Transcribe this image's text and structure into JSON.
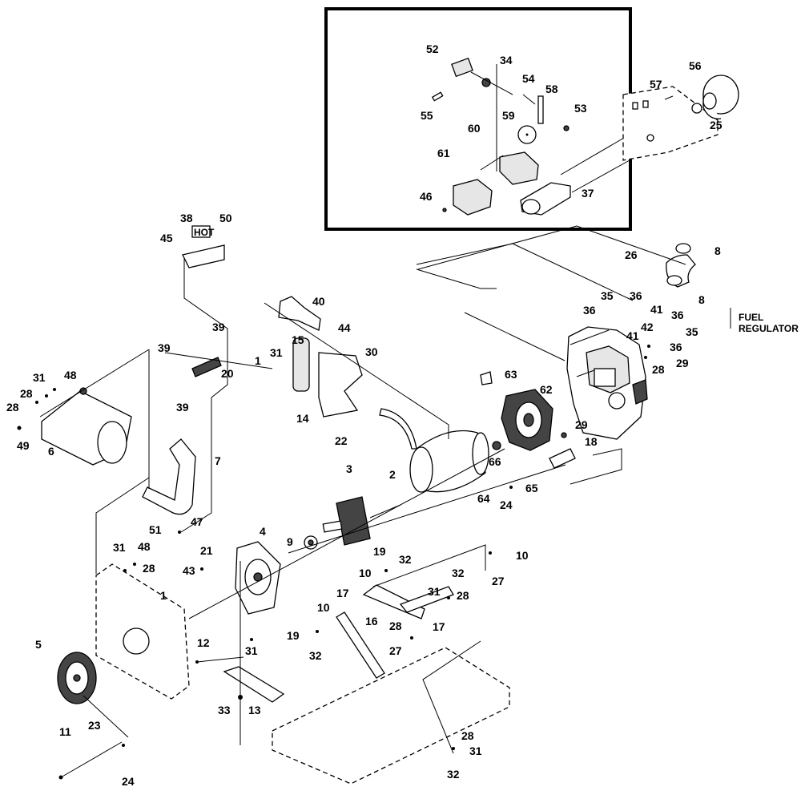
{
  "labels": {
    "p1": "1",
    "p2": "2",
    "p3": "3",
    "p4": "4",
    "p5": "5",
    "p6": "6",
    "p7": "7",
    "p8": "8",
    "p9": "9",
    "p10": "10",
    "p11": "11",
    "p12": "12",
    "p13": "13",
    "p14": "14",
    "p15": "15",
    "p16": "16",
    "p17": "17",
    "p18": "18",
    "p19": "19",
    "p20": "20",
    "p21": "21",
    "p22": "22",
    "p23": "23",
    "p24": "24",
    "p25": "25",
    "p26": "26",
    "p27": "27",
    "p28": "28",
    "p29": "29",
    "p30": "30",
    "p31": "31",
    "p32": "32",
    "p33": "33",
    "p34": "34",
    "p35": "35",
    "p36": "36",
    "p37": "37",
    "p38": "38",
    "p39": "39",
    "p40": "40",
    "p41": "41",
    "p42": "42",
    "p43": "43",
    "p44": "44",
    "p45": "45",
    "p46": "46",
    "p47": "47",
    "p48": "48",
    "p49": "49",
    "p50": "50",
    "p51": "51",
    "p52": "52",
    "p53": "53",
    "p54": "54",
    "p55": "55",
    "p56": "56",
    "p57": "57",
    "p58": "58",
    "p59": "59",
    "p60": "60",
    "p61": "61",
    "p62": "62",
    "p63": "63",
    "p64": "64",
    "p65": "65",
    "p66": "66"
  },
  "notes": {
    "fuel_regulator_line1": "FUEL",
    "fuel_regulator_line2": "REGULATOR",
    "hot_decal": "HOT"
  },
  "colors": {
    "ink": "#000000",
    "paper": "#ffffff"
  }
}
